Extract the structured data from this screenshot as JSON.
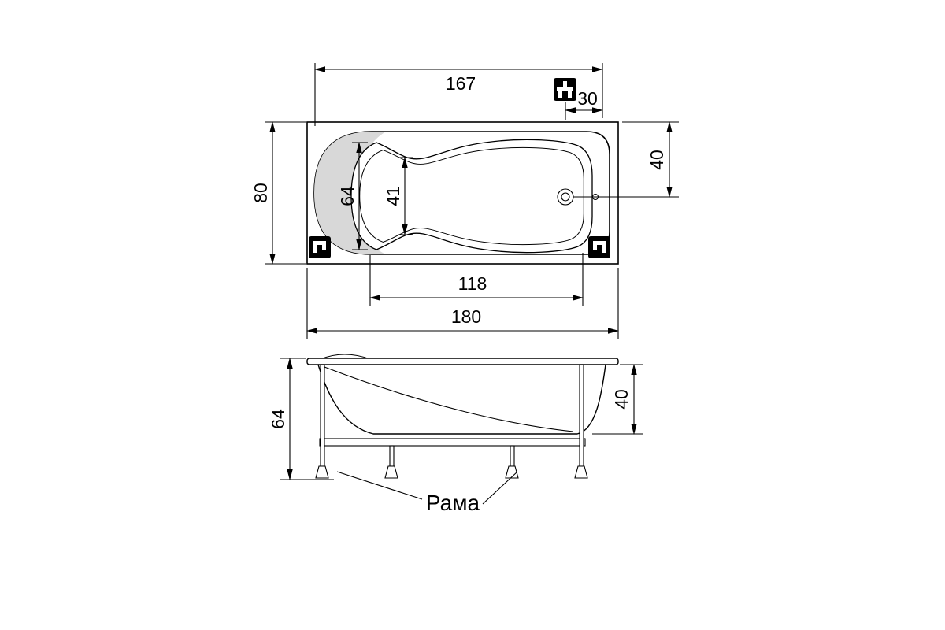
{
  "drawing": {
    "top_view": {
      "inner_length": "167",
      "drain_offset": "30",
      "width": "80",
      "basin_width": "64",
      "basin_waist": "41",
      "drain_from_top": "40",
      "basin_length": "118",
      "total_length": "180"
    },
    "side_view": {
      "total_height": "64",
      "shell_depth": "40",
      "frame_label": "Рама"
    },
    "icons": [
      "mixer-tap-icon",
      "tap-icon-left",
      "tap-icon-right"
    ],
    "colors": {
      "line": "#000000",
      "shade": "#d8d8d8",
      "icon_background": "#000000",
      "icon_glyph": "#ffffff",
      "background": "#ffffff"
    }
  }
}
